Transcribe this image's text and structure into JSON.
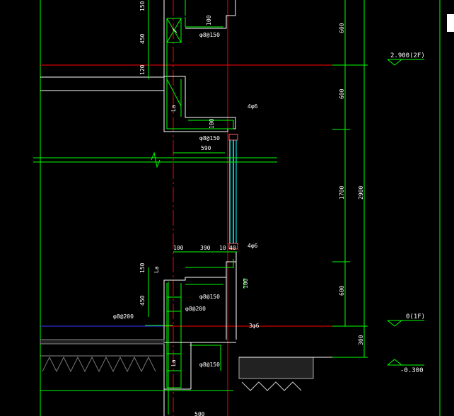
{
  "colors": {
    "background": "#000000",
    "structure": "#00ff00",
    "axis": "#ff0000",
    "outline": "#ffffff",
    "glass": "#00ffff",
    "slab_line": "#0000ff"
  },
  "dims_right": {
    "d600a": "600",
    "d600b": "600",
    "d1700": "1700",
    "d2900": "2900",
    "d600c": "600",
    "d300": "300"
  },
  "dims_left": {
    "d150a": "150",
    "d450a": "450",
    "d120": "120",
    "la_a": "La",
    "d150b": "150",
    "d450b": "450",
    "la_b": "La",
    "la_c": "La"
  },
  "dims_mid": {
    "d100a": "100",
    "d590": "590",
    "d100b": "100",
    "d390": "390",
    "d10": "10",
    "d40": "40",
    "d100c": "100",
    "d100d": "100",
    "d500": "500"
  },
  "rebar": {
    "r1": "φ8@150",
    "r2": "φ8@150",
    "r3": "φ8@150",
    "r4": "φ8@200",
    "r5": "φ8@200",
    "r6": "φ8@150",
    "r7": "4φ6",
    "r8": "4φ6",
    "r9": "3φ6"
  },
  "levels": {
    "l2": "2.900(2F)",
    "l1": "0(1F)",
    "lg": "-0.300"
  }
}
